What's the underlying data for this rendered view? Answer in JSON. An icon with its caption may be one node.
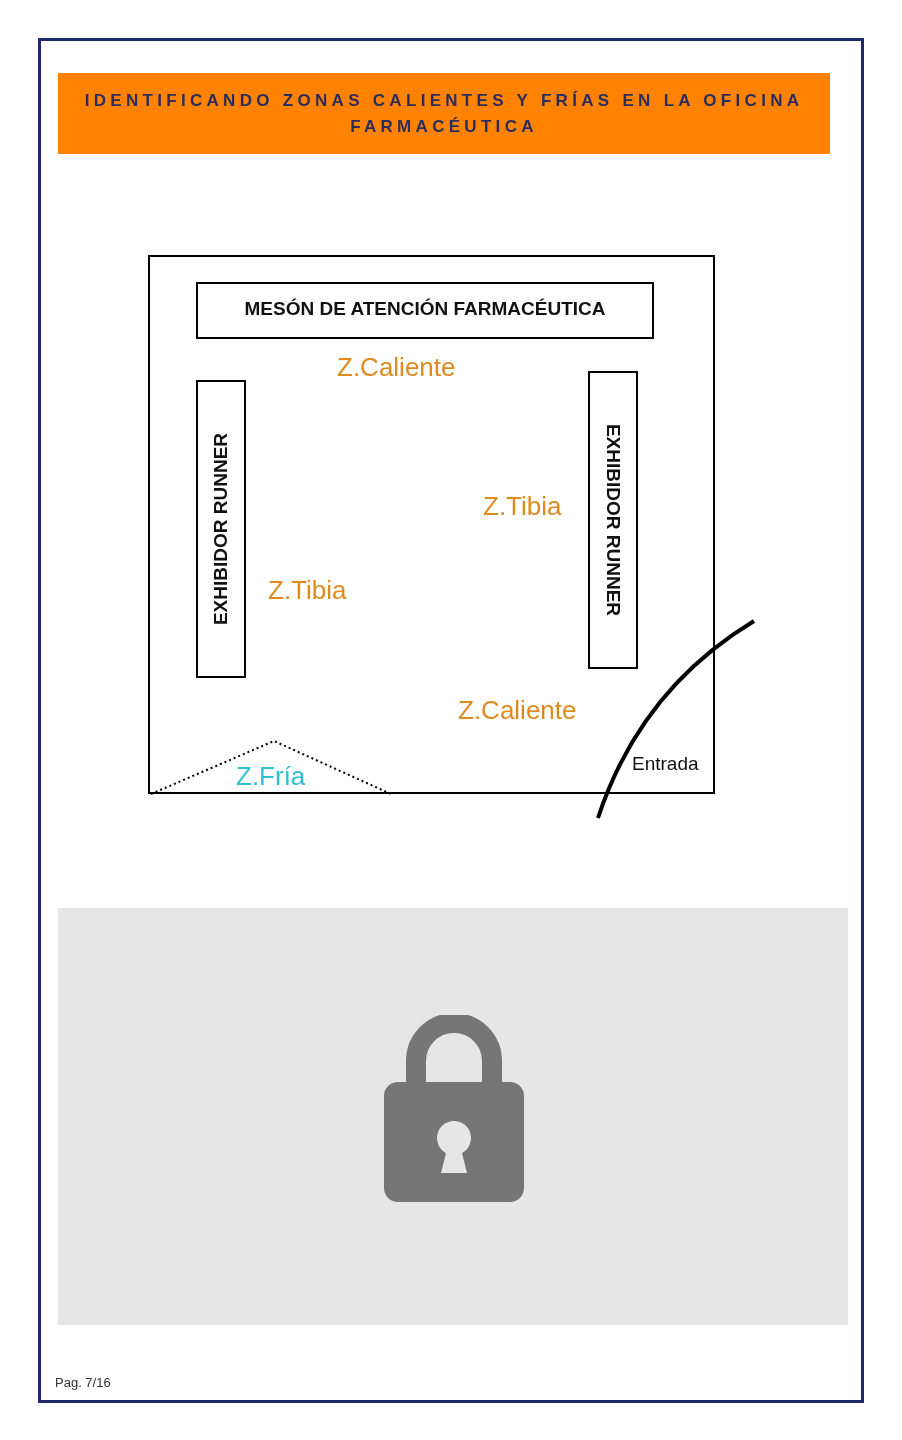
{
  "diagram": {
    "title": "IDENTIFICANDO ZONAS CALIENTES Y FRÍAS EN LA OFICINA FARMACÉUTICA",
    "nodes": [
      {
        "text": [],
        "shape": "box"
      },
      {
        "text": [
          "MESÓN DE ATENCIÓN FARMACÉUTICA"
        ],
        "in": 0
      },
      {
        "text": [
          "EXHIBIDOR RUNNER"
        ],
        "in": 0
      },
      {
        "text": [
          "EXHIBIDOR RUNNER"
        ],
        "in": 0
      },
      {
        "text": [
          "Z.Fría"
        ],
        "in": 0
      }
    ],
    "edges": [],
    "labels": [
      "Z.Caliente",
      "Z.Tibia",
      "Z.Tibia",
      "Z.Caliente",
      "Entrada",
      "Pag. 7/16"
    ]
  }
}
